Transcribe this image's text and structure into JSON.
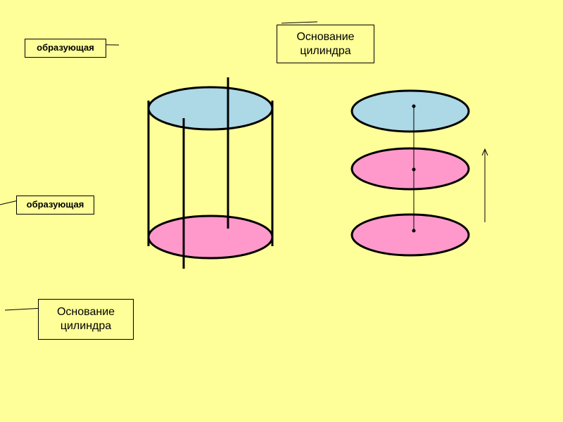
{
  "labels": {
    "generatrix_top": "образующая",
    "generatrix_middle": "образующая",
    "base_top_line1": "Основание",
    "base_top_line2": "цилиндра",
    "base_bottom_line1": "Основание",
    "base_bottom_line2": "цилиндра"
  },
  "colors": {
    "background": "#ffff99",
    "top_base_fill": "#add8e6",
    "bottom_base_fill": "#ff99cc",
    "stroke": "#000000"
  }
}
